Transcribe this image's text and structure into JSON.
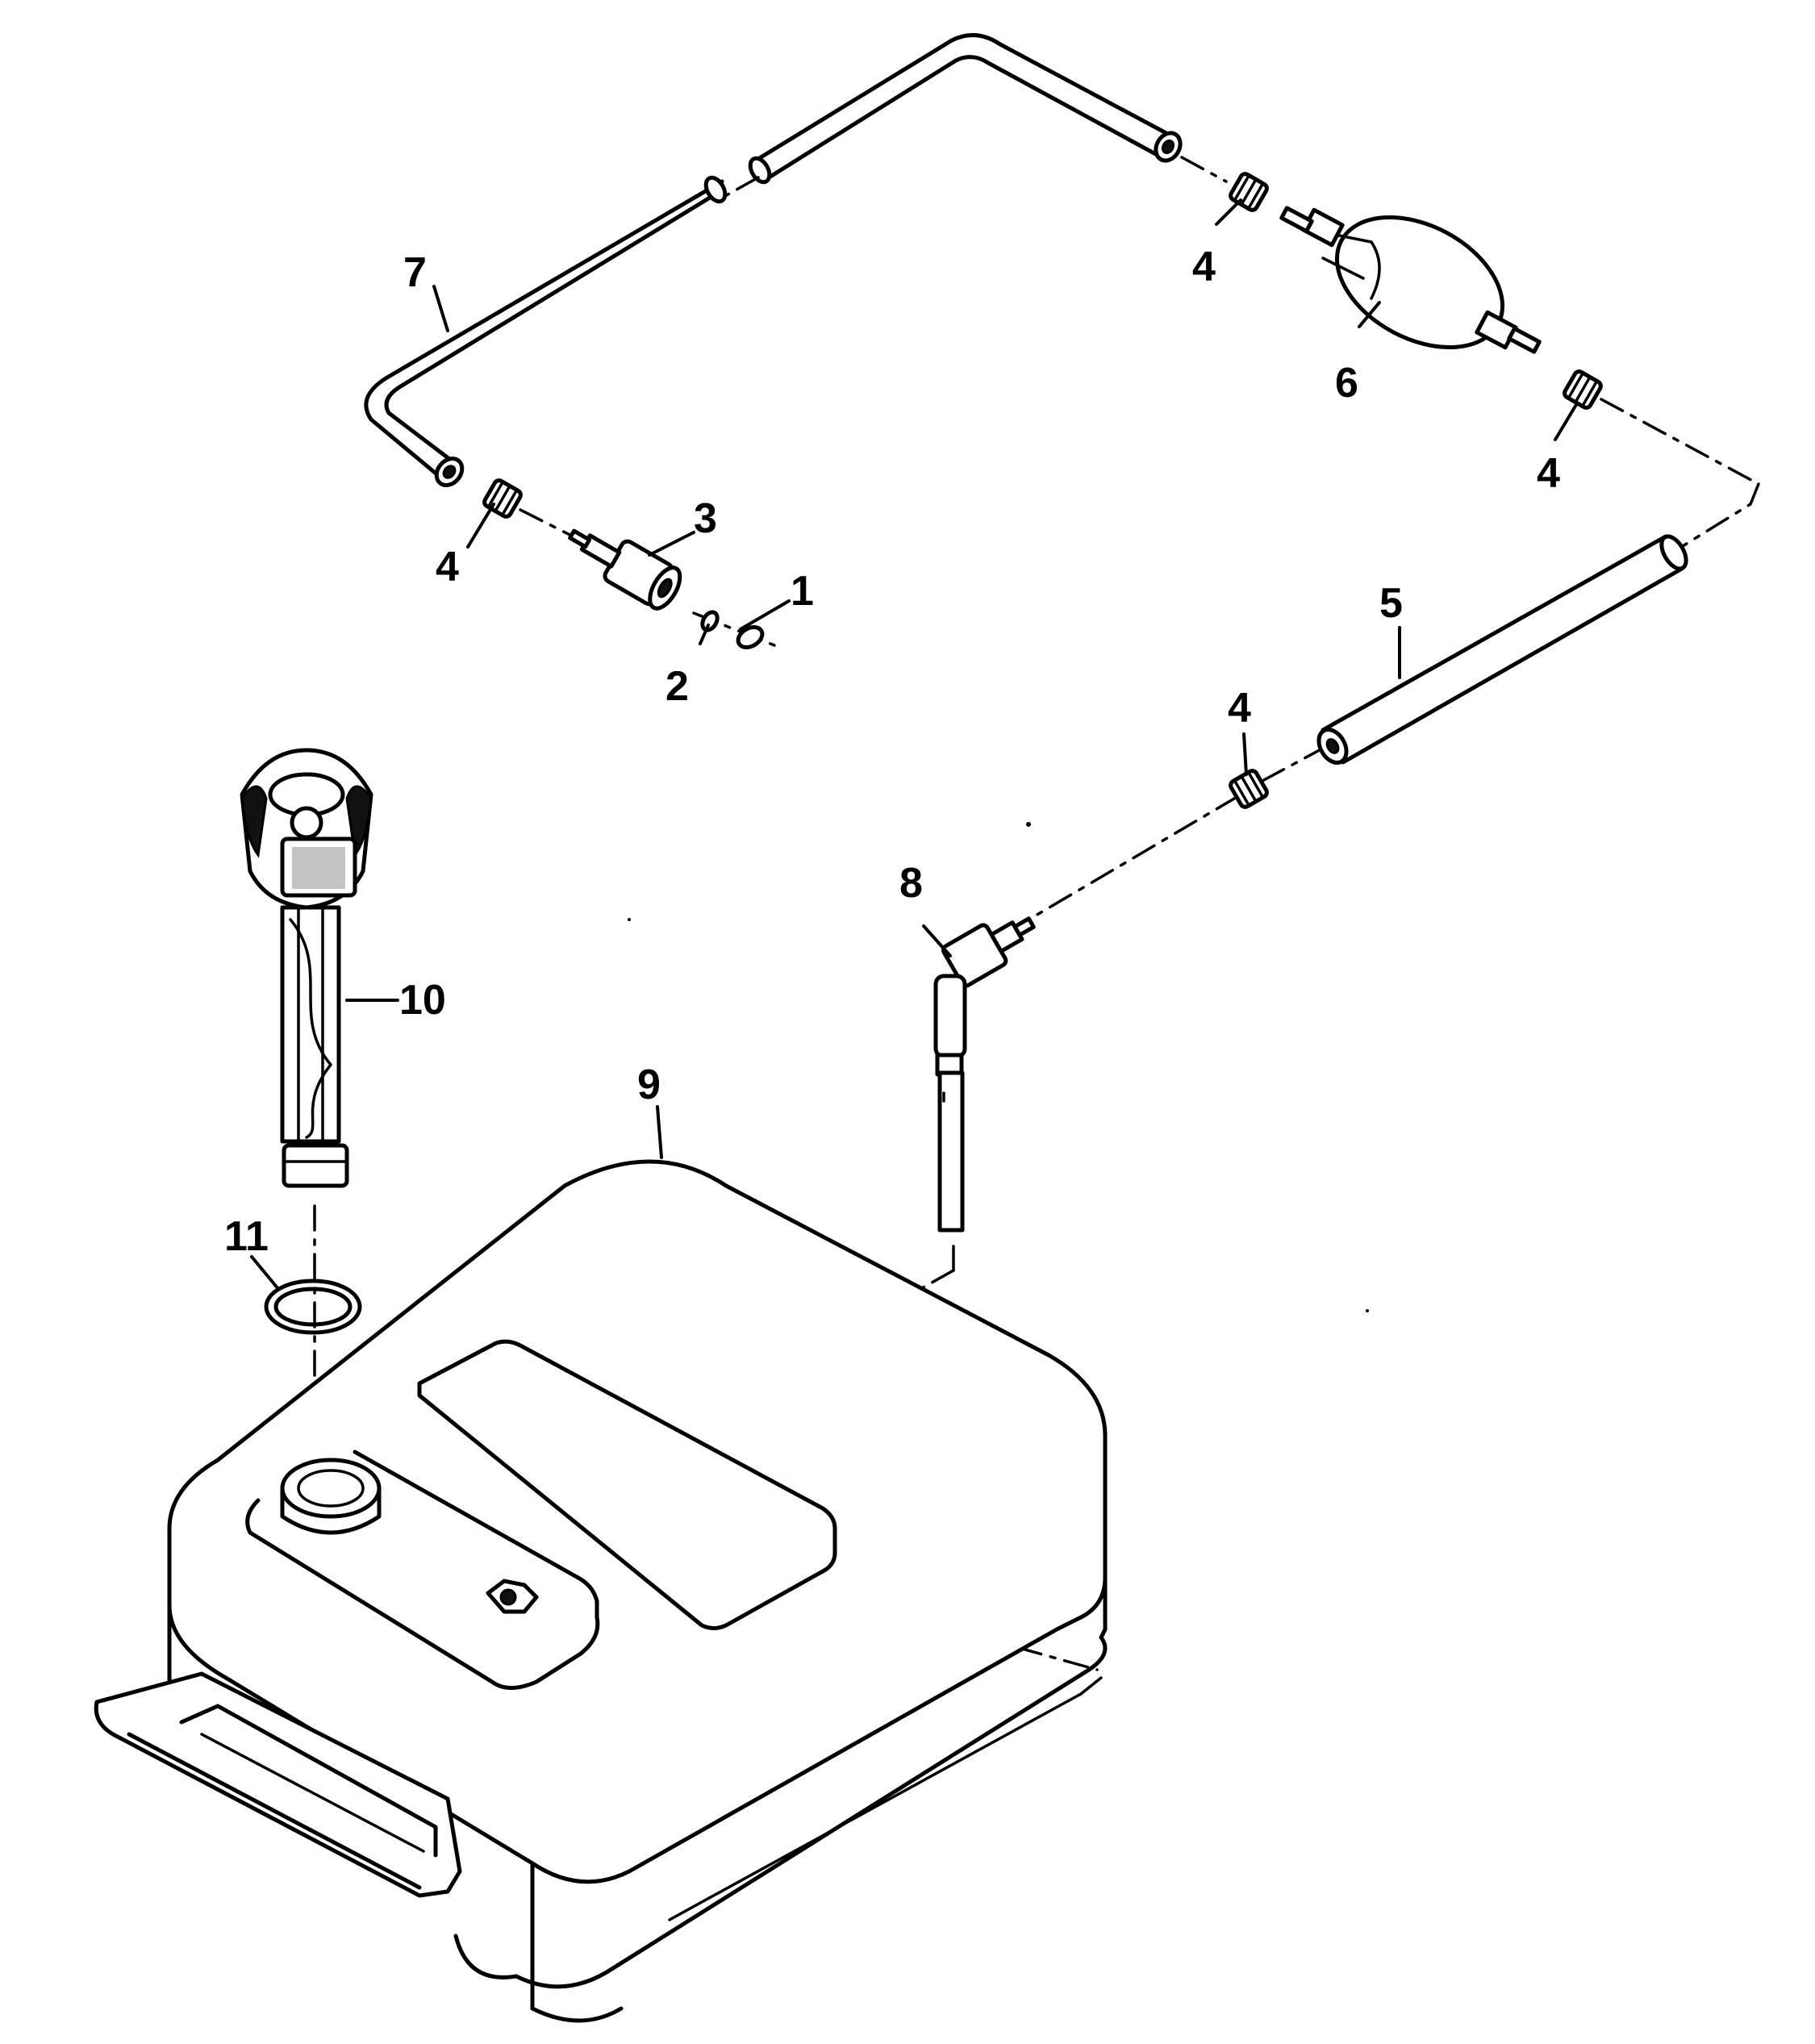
{
  "callouts": [
    {
      "id": "c1",
      "label": "1"
    },
    {
      "id": "c2",
      "label": "2"
    },
    {
      "id": "c3",
      "label": "3"
    },
    {
      "id": "c4a",
      "label": "4"
    },
    {
      "id": "c4b",
      "label": "4"
    },
    {
      "id": "c4c",
      "label": "4"
    },
    {
      "id": "c4d",
      "label": "4"
    },
    {
      "id": "c5",
      "label": "5"
    },
    {
      "id": "c6",
      "label": "6"
    },
    {
      "id": "c7",
      "label": "7"
    },
    {
      "id": "c8",
      "label": "8"
    },
    {
      "id": "c9",
      "label": "9"
    },
    {
      "id": "c10",
      "label": "10"
    },
    {
      "id": "c11",
      "label": "11"
    }
  ],
  "parts": [
    {
      "label": "1",
      "name": "o-ring-small-icon"
    },
    {
      "label": "2",
      "name": "o-ring-tiny-icon"
    },
    {
      "label": "3",
      "name": "fuel-connector-icon"
    },
    {
      "label": "4",
      "name": "hose-clamp-icon"
    },
    {
      "label": "5",
      "name": "fuel-hose-short-icon"
    },
    {
      "label": "6",
      "name": "primer-bulb-icon"
    },
    {
      "label": "7",
      "name": "fuel-hose-long-icon"
    },
    {
      "label": "8",
      "name": "tank-fitting-pickup-icon"
    },
    {
      "label": "9",
      "name": "fuel-tank-icon"
    },
    {
      "label": "10",
      "name": "fuel-gauge-icon"
    },
    {
      "label": "11",
      "name": "gauge-gasket-icon"
    }
  ]
}
